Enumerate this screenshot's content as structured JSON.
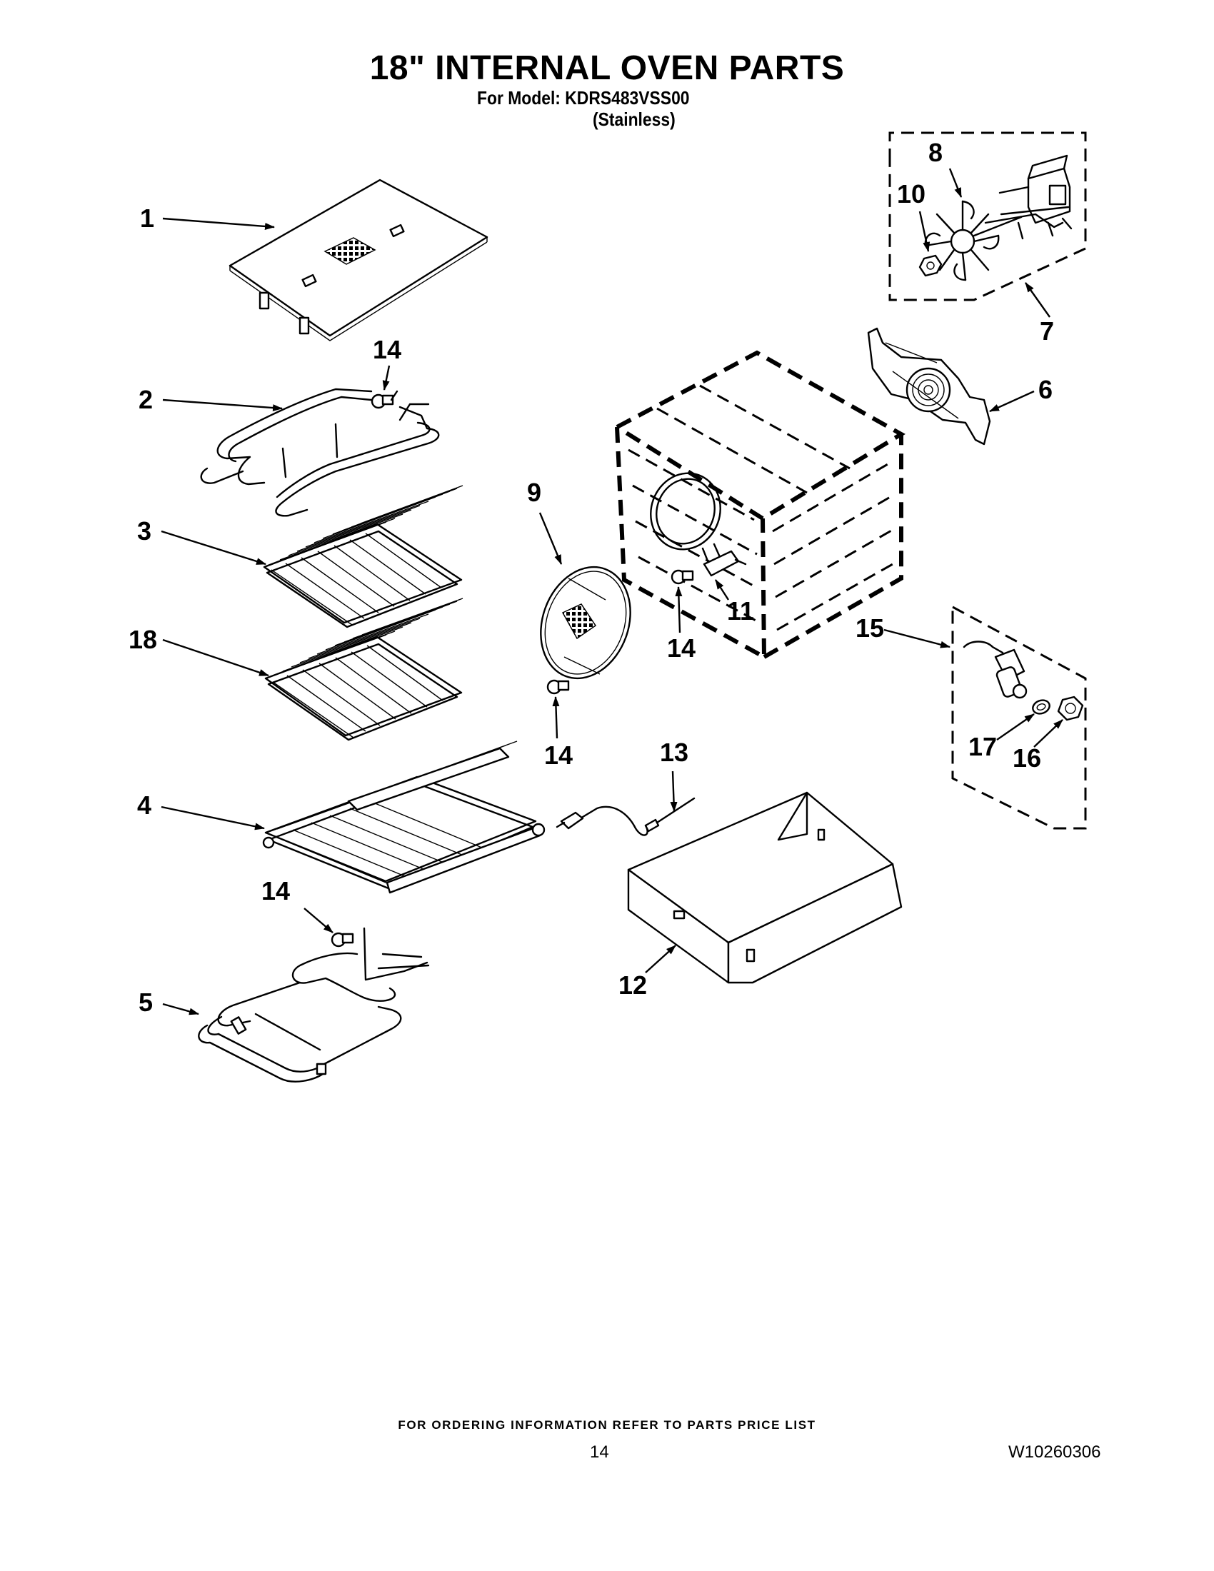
{
  "header": {
    "title": "18\" INTERNAL OVEN PARTS",
    "model_line": "For Model: KDRS483VSS00",
    "finish_line": "(Stainless)"
  },
  "callouts": {
    "c1": "1",
    "c2": "2",
    "c3": "3",
    "c4": "4",
    "c5": "5",
    "c6": "6",
    "c7": "7",
    "c8": "8",
    "c9": "9",
    "c10": "10",
    "c11": "11",
    "c12": "12",
    "c13": "13",
    "c14_top": "14",
    "c14_cavity": "14",
    "c14_cover": "14",
    "c14_bake": "14",
    "c15": "15",
    "c16": "16",
    "c17": "17",
    "c18": "18"
  },
  "footer": {
    "ordering_note": "FOR ORDERING INFORMATION REFER TO PARTS PRICE LIST",
    "page_number": "14",
    "document_number": "W10260306"
  }
}
